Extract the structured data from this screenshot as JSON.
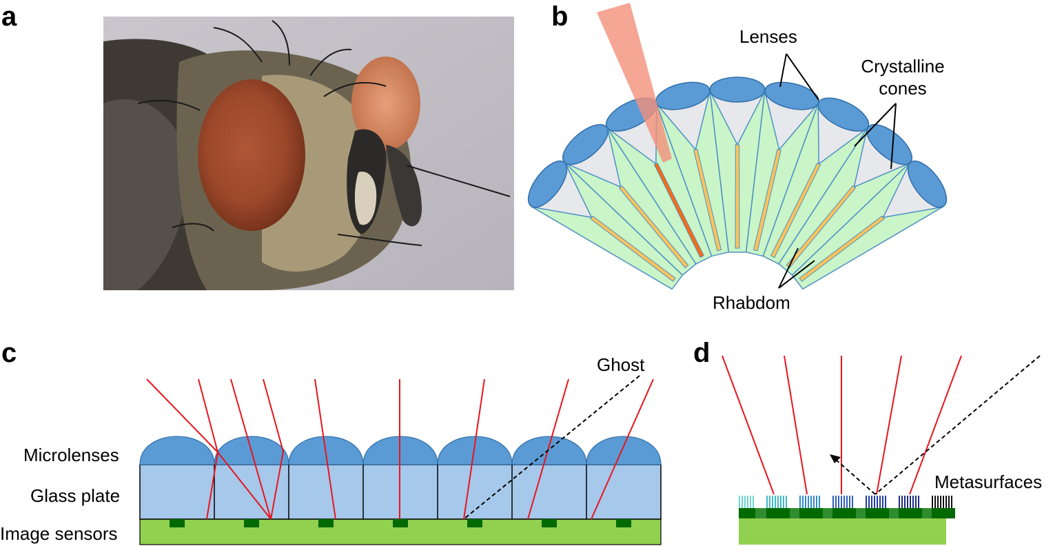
{
  "panels": {
    "a": {
      "label": "a"
    },
    "b": {
      "label": "b",
      "lenses_label": "Lenses",
      "crystalline_label_line1": "Crystalline",
      "crystalline_label_line2": "cones",
      "rhabdom_label": "Rhabdom"
    },
    "c": {
      "label": "c",
      "ghost_label": "Ghost",
      "microlenses_label": "Microlenses",
      "glass_plate_label": "Glass plate",
      "image_sensors_label": "Image sensors"
    },
    "d": {
      "label": "d",
      "metasurfaces_label": "Metasurfaces"
    }
  },
  "colors": {
    "lens_blue": "#5b9bd5",
    "glass_blue": "#a6c8ea",
    "cone_grey": "#e6e8eb",
    "ommatidium_green": "#c9f5c8",
    "rhabdom_yellow": "#ffc35a",
    "active_rhabdom": "#ff6a10",
    "light_beam": "#f4907a",
    "ray_red": "#e8141c",
    "sensor_green": "#92d050",
    "sensor_dark": "#006a00"
  }
}
